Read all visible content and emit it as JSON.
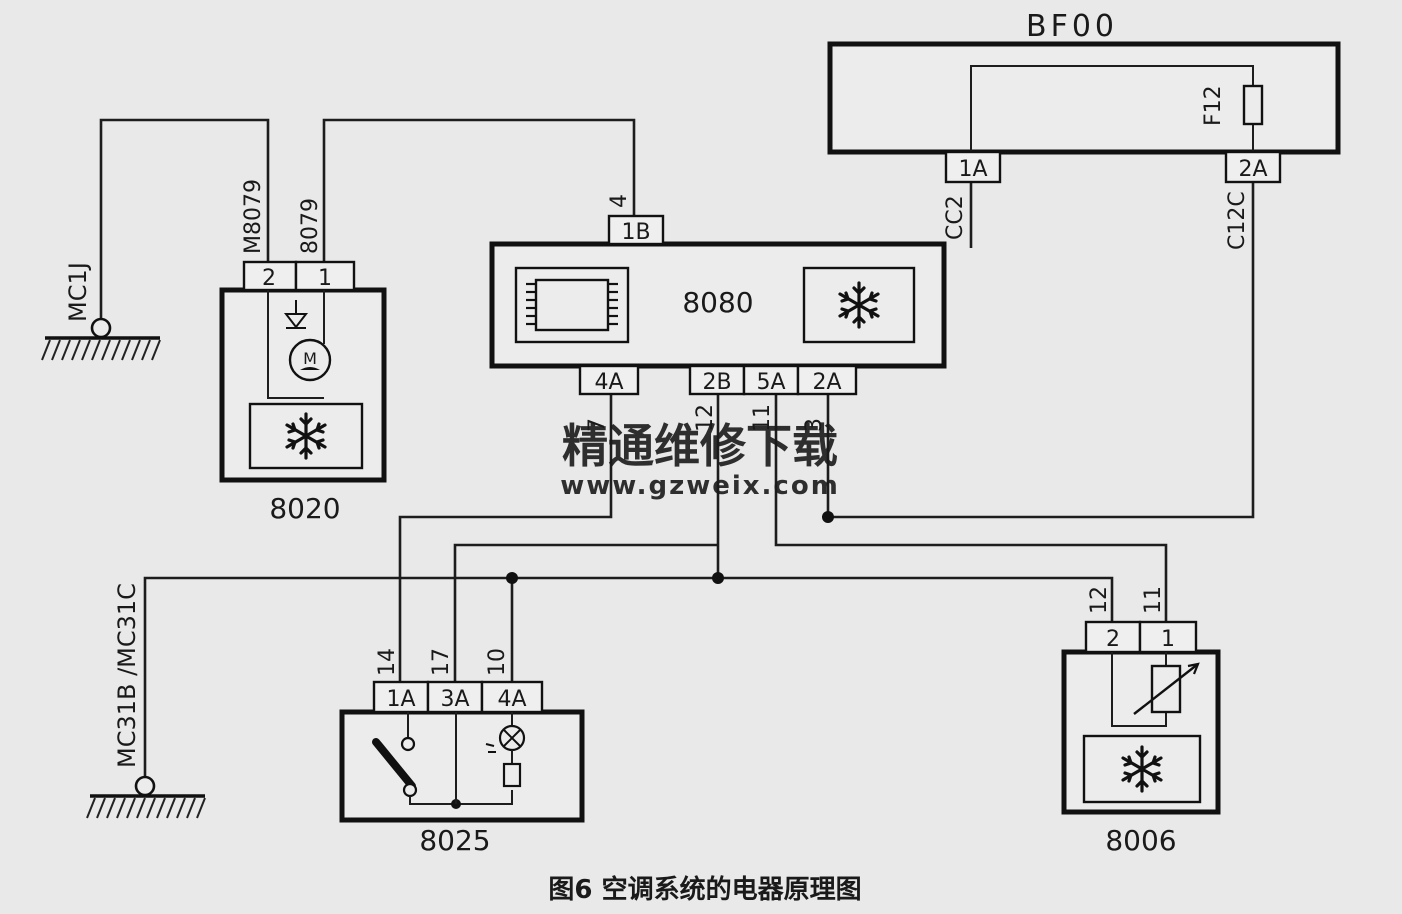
{
  "diagram": {
    "caption": "图6 空调系统的电器原理图",
    "watermark": {
      "name": "精通维修下载",
      "url": "www.gzweix.com",
      "color": "#f3a46a"
    },
    "components": {
      "bf00": {
        "label": "BF00",
        "fuse": "F12",
        "pins": [
          "1A",
          "2A"
        ],
        "wires": [
          "CC2",
          "C12C"
        ]
      },
      "c8080": {
        "label": "8080",
        "top_pin": "1B",
        "top_wire": "4",
        "pins": [
          "4A",
          "2B",
          "5A",
          "2A"
        ],
        "wires": [
          "7",
          "12",
          "11",
          "3"
        ]
      },
      "c8020": {
        "label": "8020",
        "pins": [
          "2",
          "1"
        ],
        "wires": [
          "M8079",
          "8079"
        ]
      },
      "c8025": {
        "label": "8025",
        "pins": [
          "1A",
          "3A",
          "4A"
        ],
        "wires": [
          "14",
          "17",
          "10"
        ]
      },
      "c8006": {
        "label": "8006",
        "pins": [
          "2",
          "1"
        ],
        "wires": [
          "12",
          "11"
        ]
      },
      "ground1": {
        "label": "MC1J"
      },
      "ground2": {
        "label": "MC31B /MC31C"
      }
    },
    "motor_symbol": "M"
  }
}
